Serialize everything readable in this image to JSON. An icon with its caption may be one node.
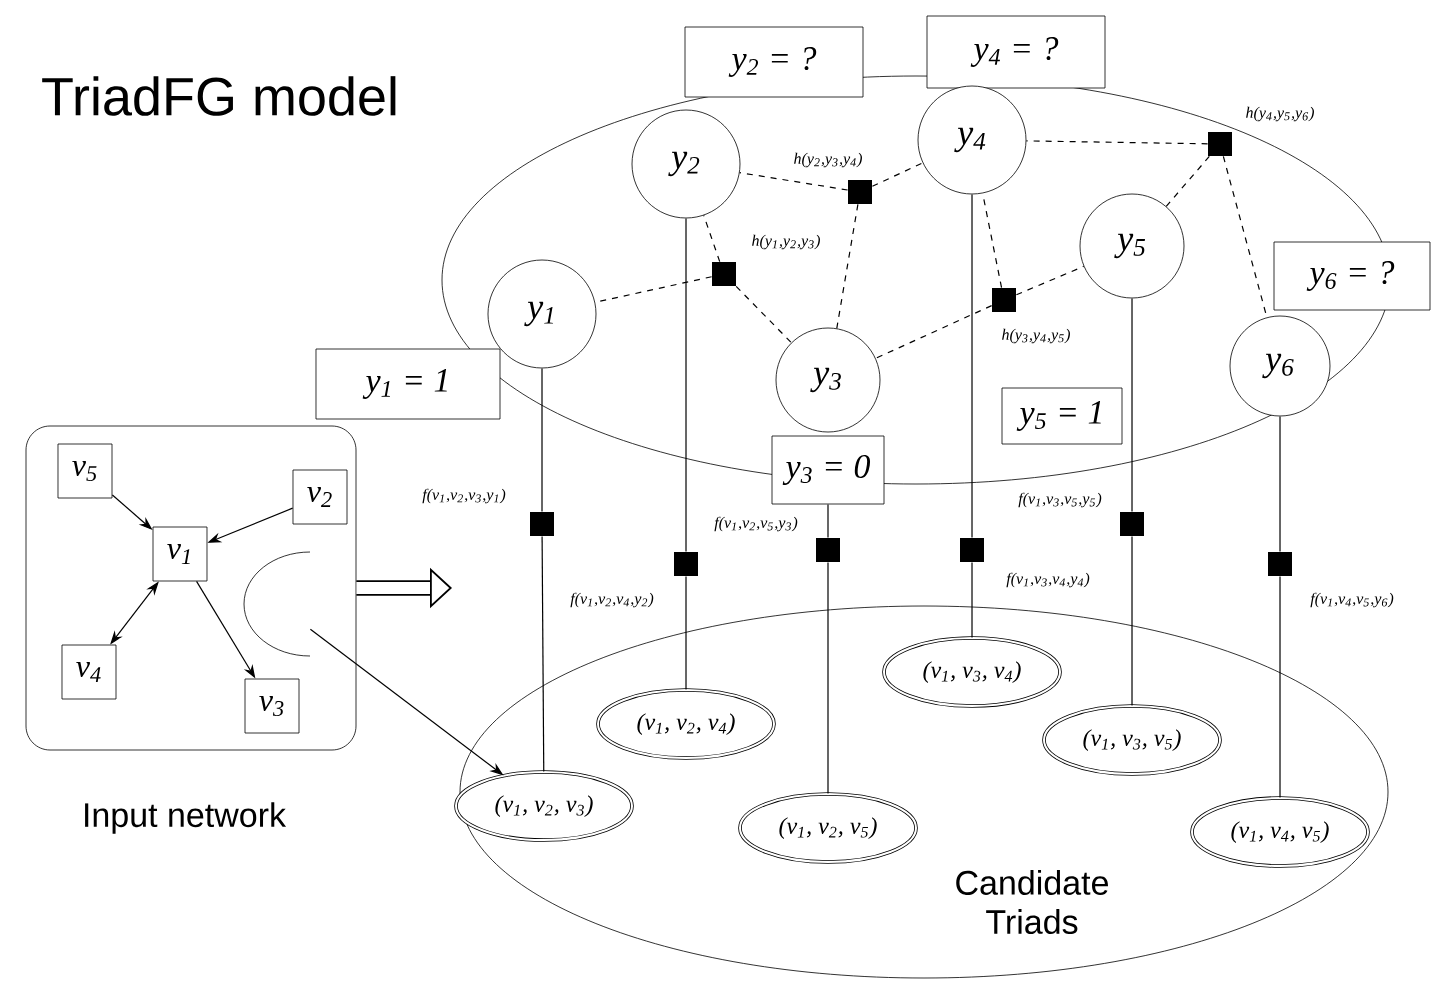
{
  "diagram": {
    "title": "TriadFG model",
    "nodes": [
      {
        "text": [
          "Input network"
        ]
      },
      {
        "text": [
          "v$_{5}$"
        ],
        "in": 0
      },
      {
        "text": [
          "v$_{2}$"
        ],
        "in": 0
      },
      {
        "text": [
          "v$_{1}$"
        ],
        "in": 0
      },
      {
        "text": [
          "v$_{4}$"
        ],
        "in": 0
      },
      {
        "text": [
          "v$_{3}$"
        ],
        "in": 0
      },
      {
        "text": [],
        "shape": "arc",
        "in": 0
      },
      {
        "text": [],
        "shape": "ellipse"
      },
      {
        "text": [
          "y$_{2}$ = ?"
        ]
      },
      {
        "text": [
          "y$_{4}$ = ?"
        ]
      },
      {
        "text": [
          "y$_{1}$"
        ],
        "in": 7
      },
      {
        "text": [
          "y$_{2}$"
        ],
        "in": 7
      },
      {
        "text": [
          "y$_{3}$"
        ],
        "in": 7
      },
      {
        "text": [
          "y$_{4}$"
        ],
        "in": 7
      },
      {
        "text": [
          "y$_{5}$"
        ],
        "in": 7
      },
      {
        "text": [
          "y$_{6}$"
        ],
        "in": 7
      },
      {
        "text": [
          "y$_{6}$ = ?"
        ]
      },
      {
        "text": [
          "y$_{5}$ = 1"
        ],
        "in": 7
      },
      {
        "text": [
          "y$_{1}$ = 1"
        ]
      },
      {
        "text": [
          "y$_{3}$ = 0"
        ]
      },
      {
        "text": [],
        "shape": "box",
        "in": 7,
        "beside": [
          "h(y$_{1}$,y$_{2}$,y$_{3}$)"
        ]
      },
      {
        "text": [],
        "shape": "box",
        "in": 7,
        "beside": [
          "h(y$_{2}$,y$_{3}$,y$_{4}$)"
        ]
      },
      {
        "text": [],
        "shape": "box",
        "in": 7,
        "beside": [
          "h(y$_{3}$,y$_{4}$,y$_{5}$)"
        ]
      },
      {
        "text": [],
        "shape": "box",
        "in": 7,
        "beside": [
          "h(y$_{4}$,y$_{5}$,y$_{6}$)"
        ]
      },
      {
        "text": [],
        "shape": "box",
        "beside": [
          "f(v$_{1}$,v$_{2}$,v$_{3}$,y$_{1}$)"
        ]
      },
      {
        "text": [],
        "shape": "box",
        "beside": [
          "f(v$_{1}$,v$_{2}$,v$_{4}$,y$_{2}$)"
        ]
      },
      {
        "text": [],
        "shape": "box",
        "beside": [
          "f(v$_{1}$,v$_{2}$,v$_{5}$,y$_{3}$)"
        ]
      },
      {
        "text": [],
        "shape": "box",
        "beside": [
          "f(v$_{1}$,v$_{3}$,v$_{4}$,y$_{4}$)"
        ]
      },
      {
        "text": [],
        "shape": "box",
        "beside": [
          "f(v$_{1}$,v$_{3}$,v$_{5}$,y$_{5}$)"
        ]
      },
      {
        "text": [],
        "shape": "box",
        "beside": [
          "f(v$_{1}$,v$_{4}$,v$_{5}$,y$_{6}$)"
        ]
      },
      {
        "text": [
          "Candidate Triads"
        ]
      },
      {
        "text": [
          "(v$_{1}$, v$_{2}$, v$_{3}$)"
        ],
        "in": 30
      },
      {
        "text": [
          "(v$_{1}$, v$_{2}$, v$_{4}$)"
        ],
        "in": 30
      },
      {
        "text": [
          "(v$_{1}$, v$_{2}$, v$_{5}$)"
        ],
        "in": 30
      },
      {
        "text": [
          "(v$_{1}$, v$_{3}$, v$_{4}$)"
        ],
        "in": 30
      },
      {
        "text": [
          "(v$_{1}$, v$_{3}$, v$_{5}$)"
        ],
        "in": 30
      },
      {
        "text": [
          "(v$_{1}$, v$_{4}$, v$_{5}$)"
        ],
        "in": 30
      }
    ],
    "edges": [
      {
        "from": 1,
        "to": 3,
        "arrow": "to"
      },
      {
        "from": 2,
        "to": 3,
        "arrow": "to"
      },
      {
        "from": 3,
        "to": 4,
        "arrow": "both"
      },
      {
        "from": 3,
        "to": 5,
        "arrow": "to"
      },
      {
        "from": 6,
        "to": 31,
        "arrow": "to"
      },
      {
        "from": 0,
        "to": null,
        "arrow": "to",
        "style": "thick"
      },
      {
        "from": 20,
        "to": 10,
        "arrow": "none",
        "style": "dashed"
      },
      {
        "from": 20,
        "to": 11,
        "arrow": "none",
        "style": "dashed"
      },
      {
        "from": 20,
        "to": 12,
        "arrow": "none",
        "style": "dashed"
      },
      {
        "from": 21,
        "to": 11,
        "arrow": "none",
        "style": "dashed"
      },
      {
        "from": 21,
        "to": 13,
        "arrow": "none",
        "style": "dashed"
      },
      {
        "from": 21,
        "to": 12,
        "arrow": "none",
        "style": "dashed"
      },
      {
        "from": 22,
        "to": 13,
        "arrow": "none",
        "style": "dashed"
      },
      {
        "from": 22,
        "to": 14,
        "arrow": "none",
        "style": "dashed"
      },
      {
        "from": 22,
        "to": 12,
        "arrow": "none",
        "style": "dashed"
      },
      {
        "from": 23,
        "to": 13,
        "arrow": "none",
        "style": "dashed"
      },
      {
        "from": 23,
        "to": 14,
        "arrow": "none",
        "style": "dashed"
      },
      {
        "from": 23,
        "to": 15,
        "arrow": "none",
        "style": "dashed"
      },
      {
        "from": 10,
        "to": 24,
        "arrow": "none"
      },
      {
        "from": 24,
        "to": 31,
        "arrow": "none"
      },
      {
        "from": 11,
        "to": 25,
        "arrow": "none"
      },
      {
        "from": 25,
        "to": 32,
        "arrow": "none"
      },
      {
        "from": 19,
        "to": 26,
        "arrow": "none"
      },
      {
        "from": 26,
        "to": 33,
        "arrow": "none"
      },
      {
        "from": 13,
        "to": 27,
        "arrow": "none"
      },
      {
        "from": 27,
        "to": 34,
        "arrow": "none"
      },
      {
        "from": 14,
        "to": 28,
        "arrow": "none"
      },
      {
        "from": 28,
        "to": 35,
        "arrow": "none"
      },
      {
        "from": 15,
        "to": 29,
        "arrow": "none"
      },
      {
        "from": 29,
        "to": 36,
        "arrow": "none"
      }
    ]
  }
}
